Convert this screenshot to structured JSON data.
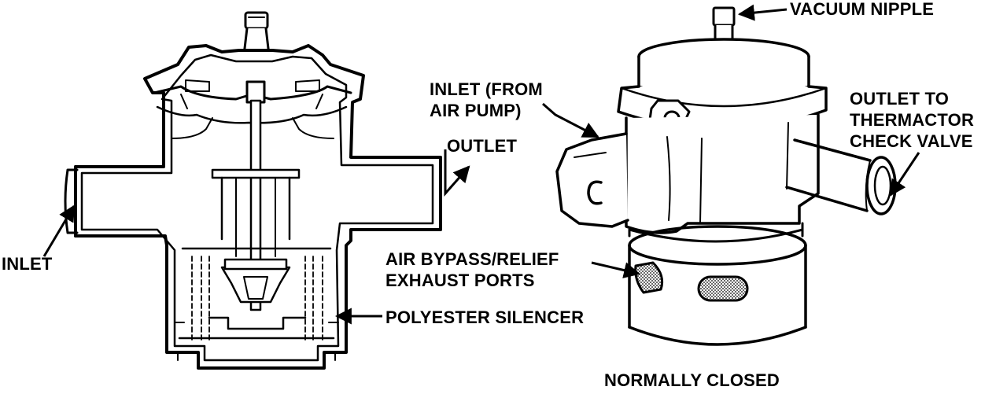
{
  "labels": {
    "vacuum_nipple": "VACUUM NIPPLE",
    "inlet_from_pump_line1": "INLET (FROM",
    "inlet_from_pump_line2": "AIR PUMP)",
    "outlet_left": "OUTLET",
    "outlet_to_line1": "OUTLET TO",
    "outlet_to_line2": "THERMACTOR",
    "outlet_to_line3": "CHECK VALVE",
    "inlet_left": "INLET",
    "air_bypass_line1": "AIR BYPASS/RELIEF",
    "air_bypass_line2": "EXHAUST PORTS",
    "polyester_silencer": "POLYESTER SILENCER",
    "caption": "NORMALLY CLOSED"
  },
  "colors": {
    "ink": "#000000",
    "paper": "#ffffff"
  }
}
